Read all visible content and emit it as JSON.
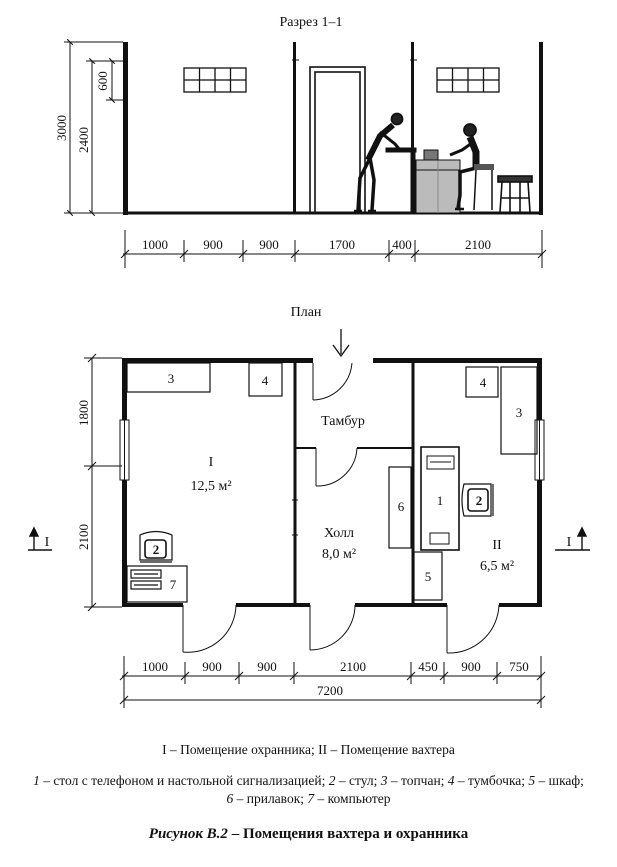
{
  "section": {
    "title": "Разрез 1–1",
    "heights": [
      "3000",
      "2400",
      "600"
    ],
    "dims": [
      "1000",
      "900",
      "900",
      "1700",
      "400",
      "2100"
    ]
  },
  "plan": {
    "title": "План",
    "rooms": [
      {
        "num": "I",
        "area": "12,5 м²"
      },
      {
        "num": "",
        "name": "Тамбур"
      },
      {
        "num": "",
        "name": "Холл",
        "area": "8,0 м²"
      },
      {
        "num": "II",
        "area": "6,5 м²"
      }
    ],
    "vdims": [
      "1800",
      "2100"
    ],
    "cut_marks": [
      "I",
      "I"
    ],
    "furniture": [
      "3",
      "4",
      "2",
      "7",
      "6",
      "1",
      "2",
      "4",
      "3",
      "5"
    ],
    "dims": [
      "1000",
      "900",
      "900",
      "2100",
      "450",
      "900",
      "750"
    ],
    "total": "7200"
  },
  "legend": {
    "rooms": "I – Помещение охранника; II – Помещение вахтера",
    "items_line1": [
      {
        "n": "1",
        "t": " – стол с телефоном и настольной сигнализацией; "
      },
      {
        "n": "2",
        "t": " – стул; "
      },
      {
        "n": "3",
        "t": " – топчан; "
      },
      {
        "n": "4",
        "t": " – тумбочка; "
      },
      {
        "n": "5",
        "t": " – шкаф;"
      }
    ],
    "items_line2": [
      {
        "n": "6",
        "t": " – прилавок; "
      },
      {
        "n": "7",
        "t": " – компьютер"
      }
    ]
  },
  "caption": {
    "fig": "Рисунок В.2",
    "text": " – Помещения вахтера и охранника"
  }
}
